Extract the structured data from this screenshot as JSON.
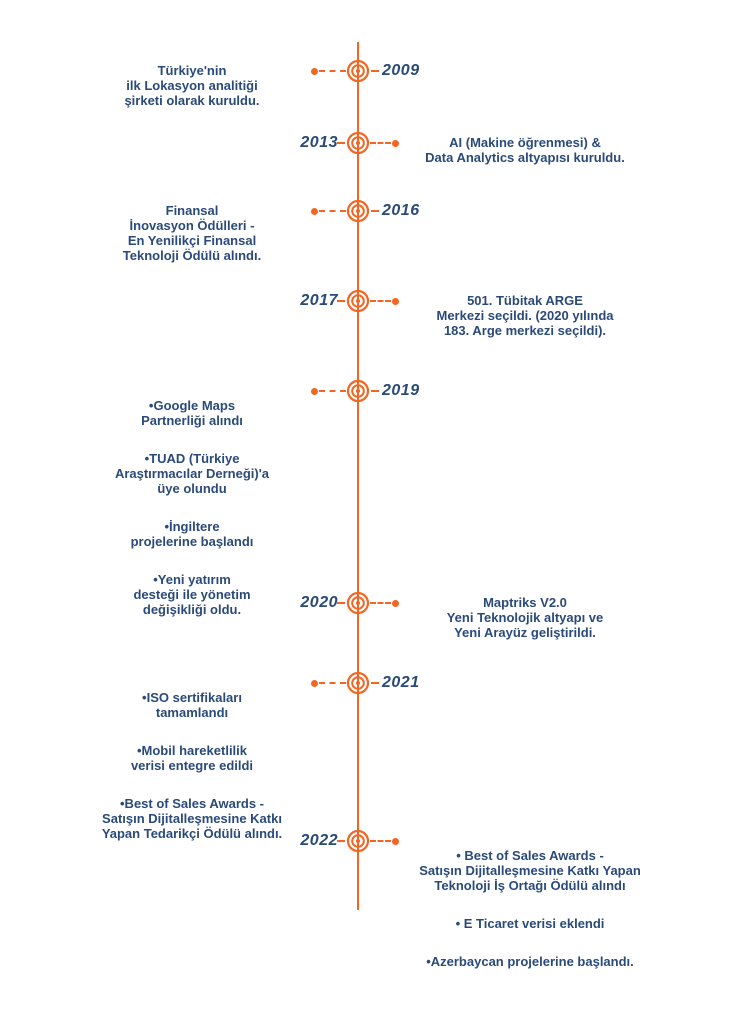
{
  "page": {
    "background_color": "#FFFFFF"
  },
  "timeline": {
    "accent_color": "#F26522",
    "text_color": "#2A4A7A",
    "marker_icon": "concentric-circles-icon",
    "events": [
      {
        "year": "2009",
        "side": "text-left",
        "text": "Türkiye'nin\nilk Lokasyon analitiği\nşirketi olarak kuruldu."
      },
      {
        "year": "2013",
        "side": "text-right",
        "text": "AI (Makine öğrenmesi) &\nData Analytics altyapısı kuruldu."
      },
      {
        "year": "2016",
        "side": "text-left",
        "text": "Finansal\nİnovasyon Ödülleri -\nEn Yenilikçi Finansal\nTeknoloji Ödülü alındı."
      },
      {
        "year": "2017",
        "side": "text-right",
        "text": "501. Tübitak ARGE\nMerkezi seçildi. (2020 yılında\n183. Arge merkezi seçildi)."
      },
      {
        "year": "2019",
        "side": "text-left",
        "items": [
          "•Google Maps\nPartnerliği alındı",
          "•TUAD (Türkiye\nAraştırmacılar Derneği)'a\nüye olundu",
          "•İngiltere\nprojelerine başlandı",
          "•Yeni yatırım\ndesteği ile yönetim\ndeğişikliği oldu."
        ]
      },
      {
        "year": "2020",
        "side": "text-right",
        "text": "Maptriks V2.0\nYeni Teknolojik altyapı ve\nYeni Arayüz geliştirildi."
      },
      {
        "year": "2021",
        "side": "text-left",
        "items": [
          "•ISO sertifikaları\ntamamlandı",
          "•Mobil hareketlilik\nverisi entegre edildi",
          "•Best of Sales Awards -\nSatışın Dijitalleşmesine Katkı\nYapan Tedarikçi Ödülü alındı."
        ]
      },
      {
        "year": "2022",
        "side": "text-right",
        "items": [
          "• Best of Sales Awards -\nSatışın Dijitalleşmesine Katkı Yapan\nTeknoloji İş Ortağı Ödülü alındı",
          "• E Ticaret verisi eklendi",
          "•Azerbaycan projelerine başlandı."
        ]
      }
    ]
  }
}
